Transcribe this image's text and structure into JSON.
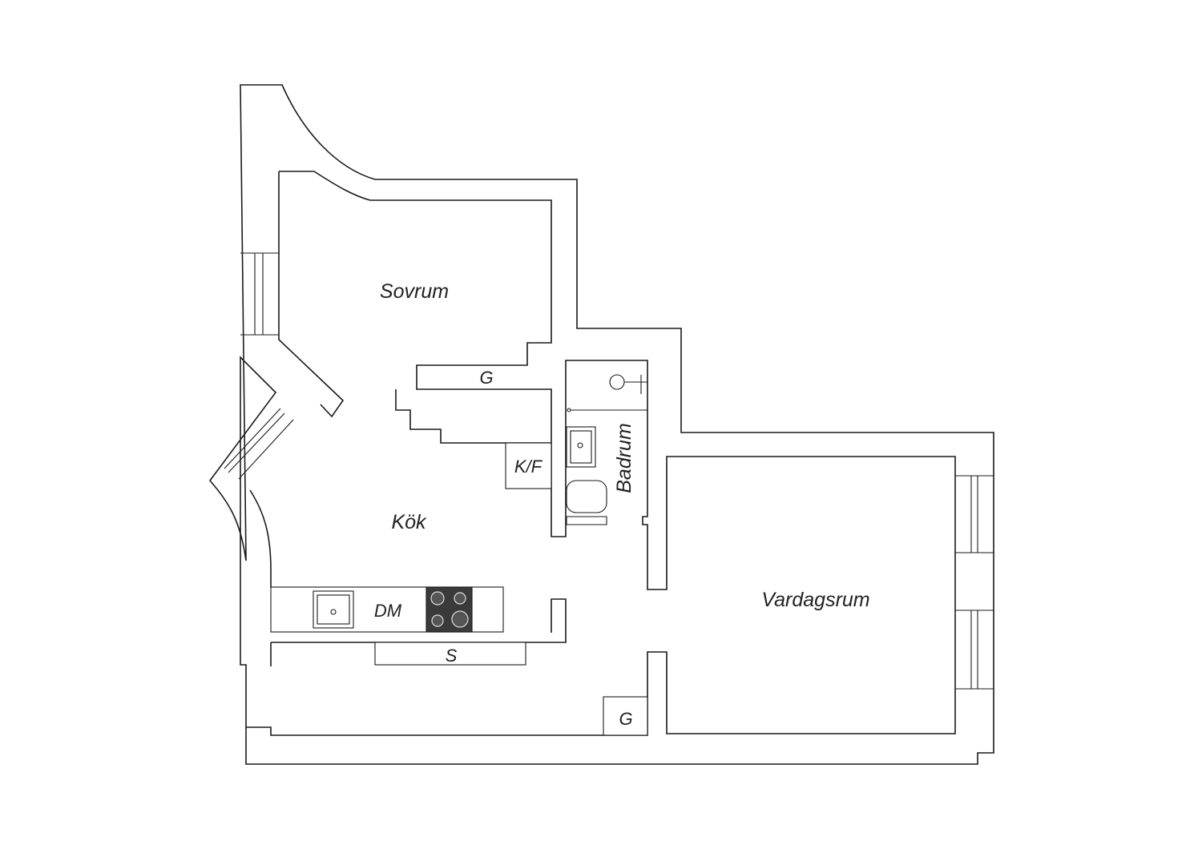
{
  "rooms": {
    "sovrum": "Sovrum",
    "kok": "Kök",
    "badrum": "Badrum",
    "vardagsrum": "Vardagsrum"
  },
  "fixtures": {
    "wardrobe_bedroom": "G",
    "fridge_freezer": "K/F",
    "dishwasher": "DM",
    "storage_hall": "S",
    "wardrobe_hall": "G"
  },
  "colors": {
    "wall": "#1a1a1a",
    "stove": "#3a3a3a",
    "background": "#ffffff"
  }
}
